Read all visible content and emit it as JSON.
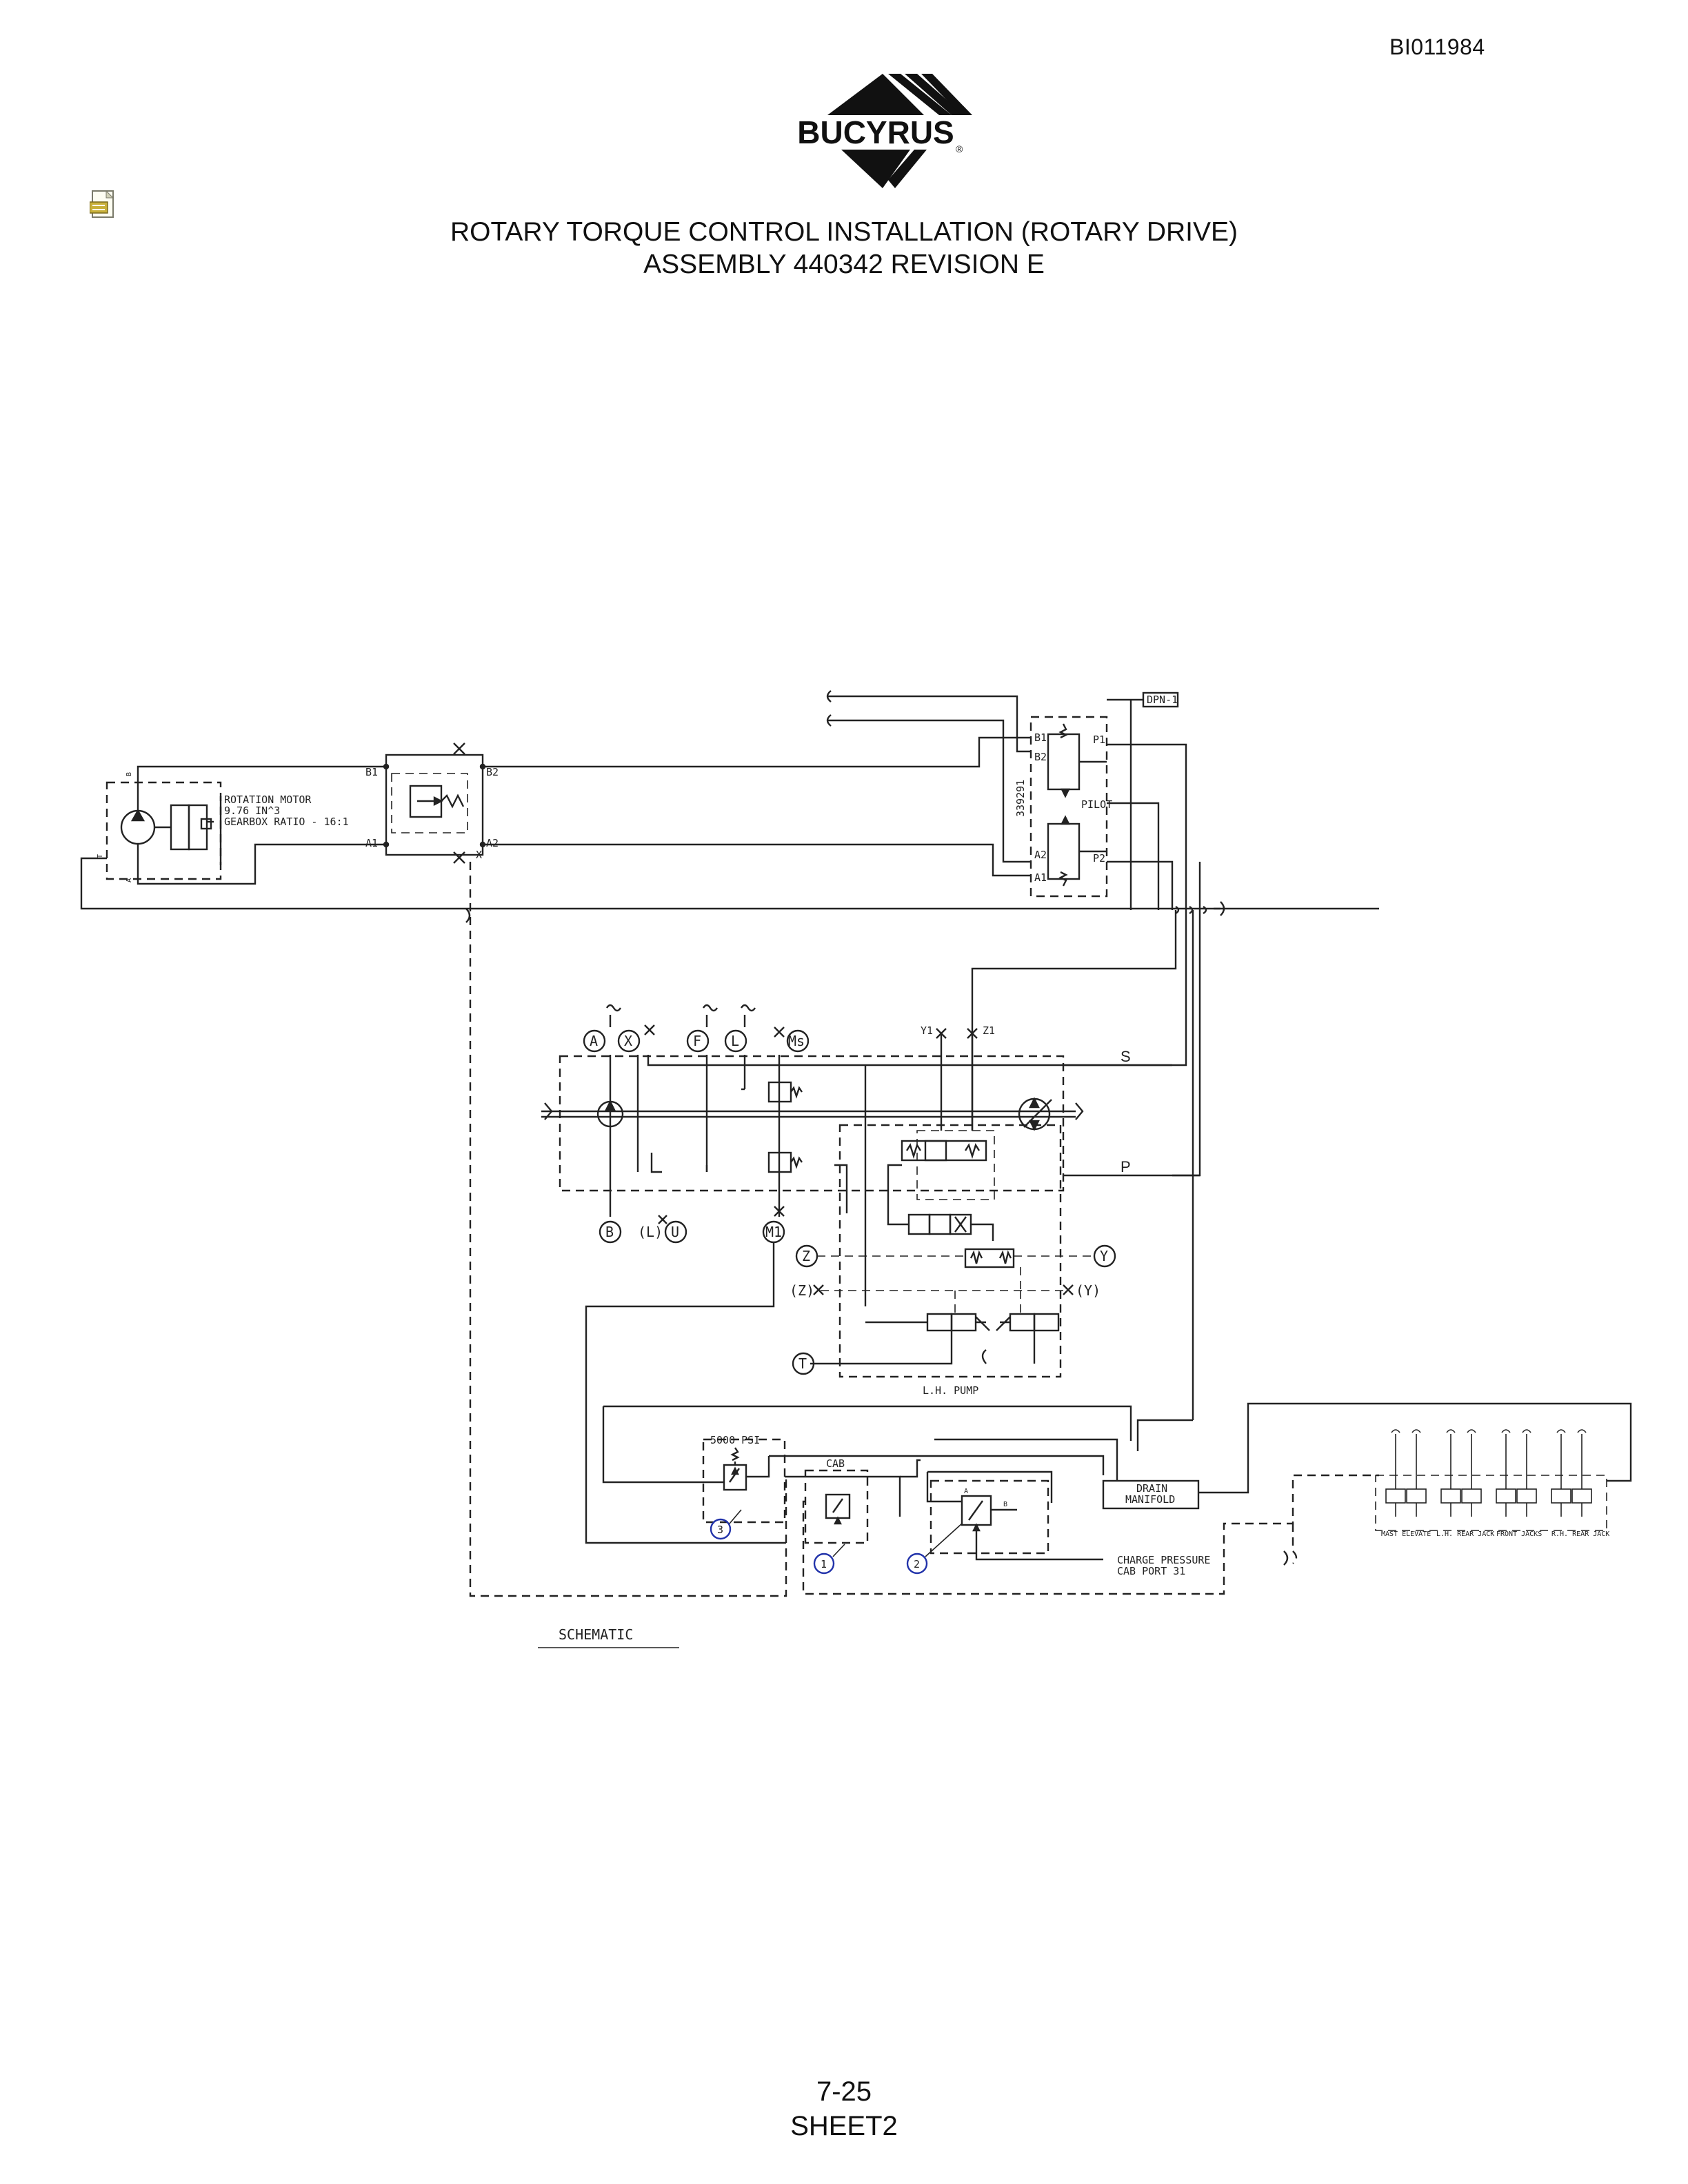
{
  "document": {
    "id": "BI011984",
    "brand": "BUCYRUS",
    "title_line1": "ROTARY TORQUE CONTROL INSTALLATION (ROTARY DRIVE)",
    "title_line2": "ASSEMBLY 440342 REVISION E",
    "page_number": "7-25",
    "sheet": "SHEET2"
  },
  "schematic": {
    "caption": "SCHEMATIC",
    "motor": {
      "line1": "ROTATION MOTOR",
      "line2": "9.76 IN^3",
      "line3": "GEARBOX RATIO - 16:1"
    },
    "valve_ports": {
      "b1": "B1",
      "b2": "B2",
      "a1": "A1",
      "a2": "A2",
      "x": "X"
    },
    "manifold": {
      "part_no": "339291",
      "b1": "B1",
      "b2": "B2",
      "a1": "A1",
      "a2": "A2",
      "p1": "P1",
      "p2": "P2",
      "pilot": "PILOT",
      "tag": "DPN-1"
    },
    "pump": {
      "label": "L.H. PUMP",
      "ports_top": [
        "A",
        "X",
        "F",
        "L",
        "Ms"
      ],
      "ports_bottom": [
        "B",
        "(L)",
        "U",
        "M1"
      ],
      "y1": "Y1",
      "z1": "Z1",
      "s": "S",
      "p": "P",
      "z": "Z",
      "y": "Y",
      "zp": "(Z)",
      "yp": "(Y)",
      "t": "T"
    },
    "relief": {
      "psi": "5000 PSI",
      "callout": "3"
    },
    "cab": {
      "label": "CAB",
      "callout": "1"
    },
    "callout2": "2",
    "drain": {
      "line1": "DRAIN",
      "line2": "MANIFOLD"
    },
    "charge": {
      "line1": "CHARGE PRESSURE",
      "line2": "CAB PORT 31"
    },
    "valve_bank": [
      "MAST ELEVATE",
      "L.H. REAR JACK",
      "FRONT JACKS",
      "R.H. REAR JACK"
    ]
  }
}
